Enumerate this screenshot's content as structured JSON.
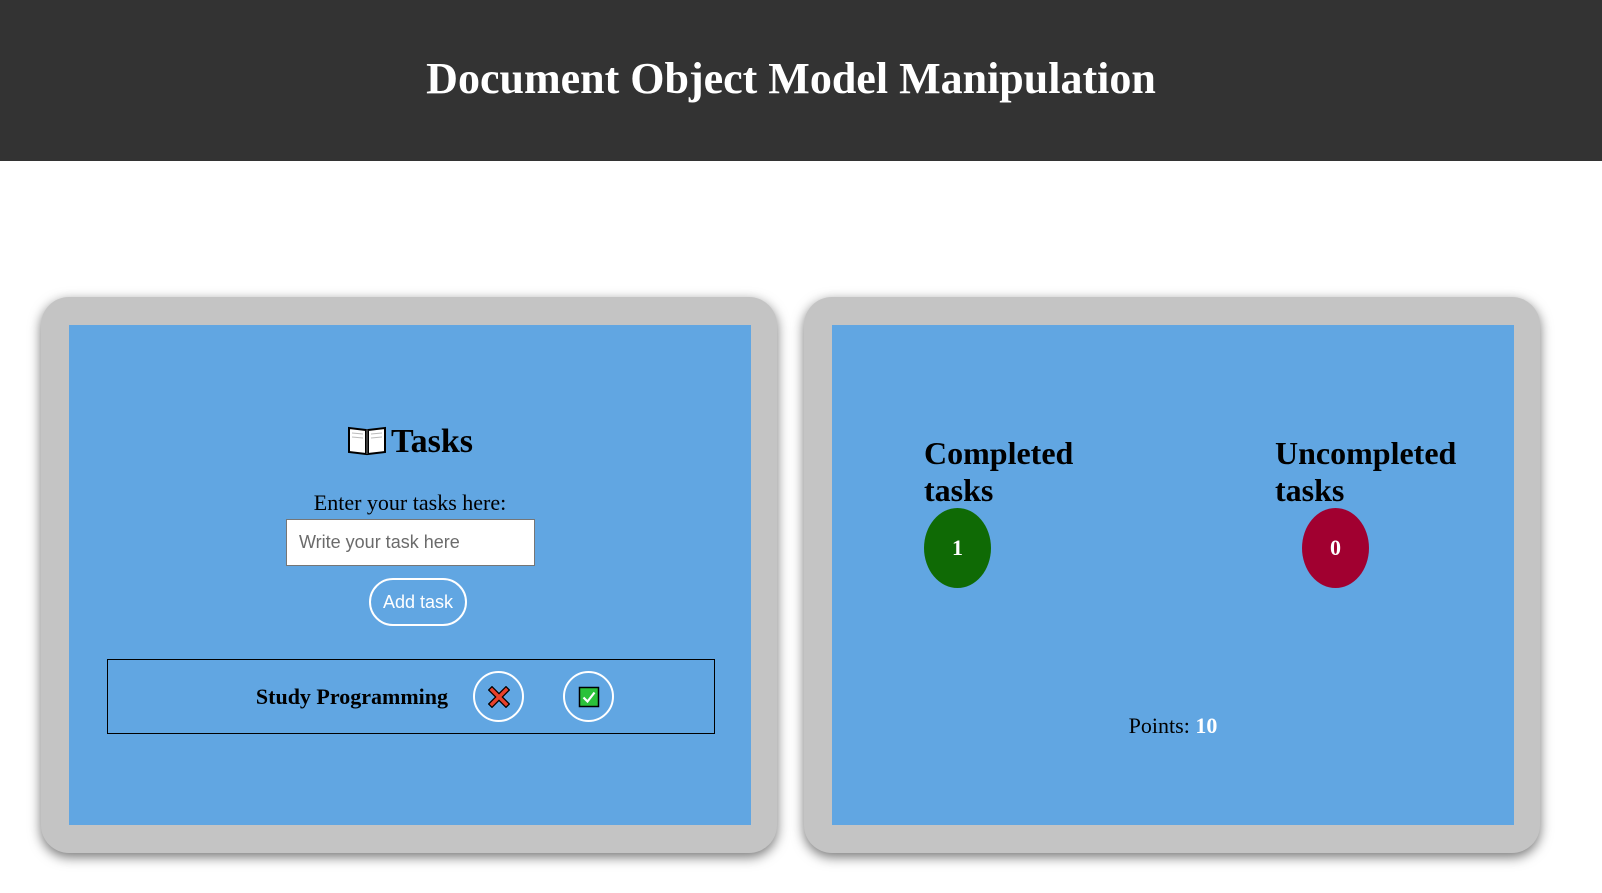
{
  "header": {
    "title": "Document Object Model Manipulation"
  },
  "tasks_panel": {
    "title": "Tasks",
    "title_icon": "open-book-icon",
    "input_label": "Enter your tasks here:",
    "input_placeholder": "Write your task here",
    "input_value": "",
    "add_button_label": "Add task",
    "tasks": [
      {
        "name": "Study Programming",
        "delete_icon": "red-x-icon",
        "complete_icon": "green-check-icon"
      }
    ]
  },
  "stats_panel": {
    "completed": {
      "title": "Completed tasks",
      "count": "1",
      "color": "#0f6a05"
    },
    "uncompleted": {
      "title": "Uncompleted tasks",
      "count": "0",
      "color": "#a10030"
    },
    "points_label": "Points:",
    "points_value": "10"
  },
  "colors": {
    "header_bg": "#333333",
    "panel_frame": "#c4c4c4",
    "panel_bg": "#61a6e2"
  }
}
